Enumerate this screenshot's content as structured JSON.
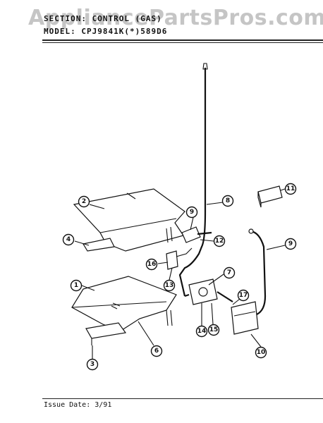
{
  "watermark": "AppliancePartsPros.com",
  "header": {
    "section_label": "SECTION:",
    "section_value": "CONTROL (GAS)",
    "model_label": "MODEL:",
    "model_value": "CPJ9841K(*)589D6"
  },
  "footer": {
    "issue_label": "Issue Date:",
    "issue_value": "3/91"
  },
  "callouts": [
    "1",
    "2",
    "3",
    "4",
    "6",
    "7",
    "8",
    "9",
    "9",
    "10",
    "11",
    "12",
    "13",
    "14",
    "15",
    "16",
    "17"
  ]
}
